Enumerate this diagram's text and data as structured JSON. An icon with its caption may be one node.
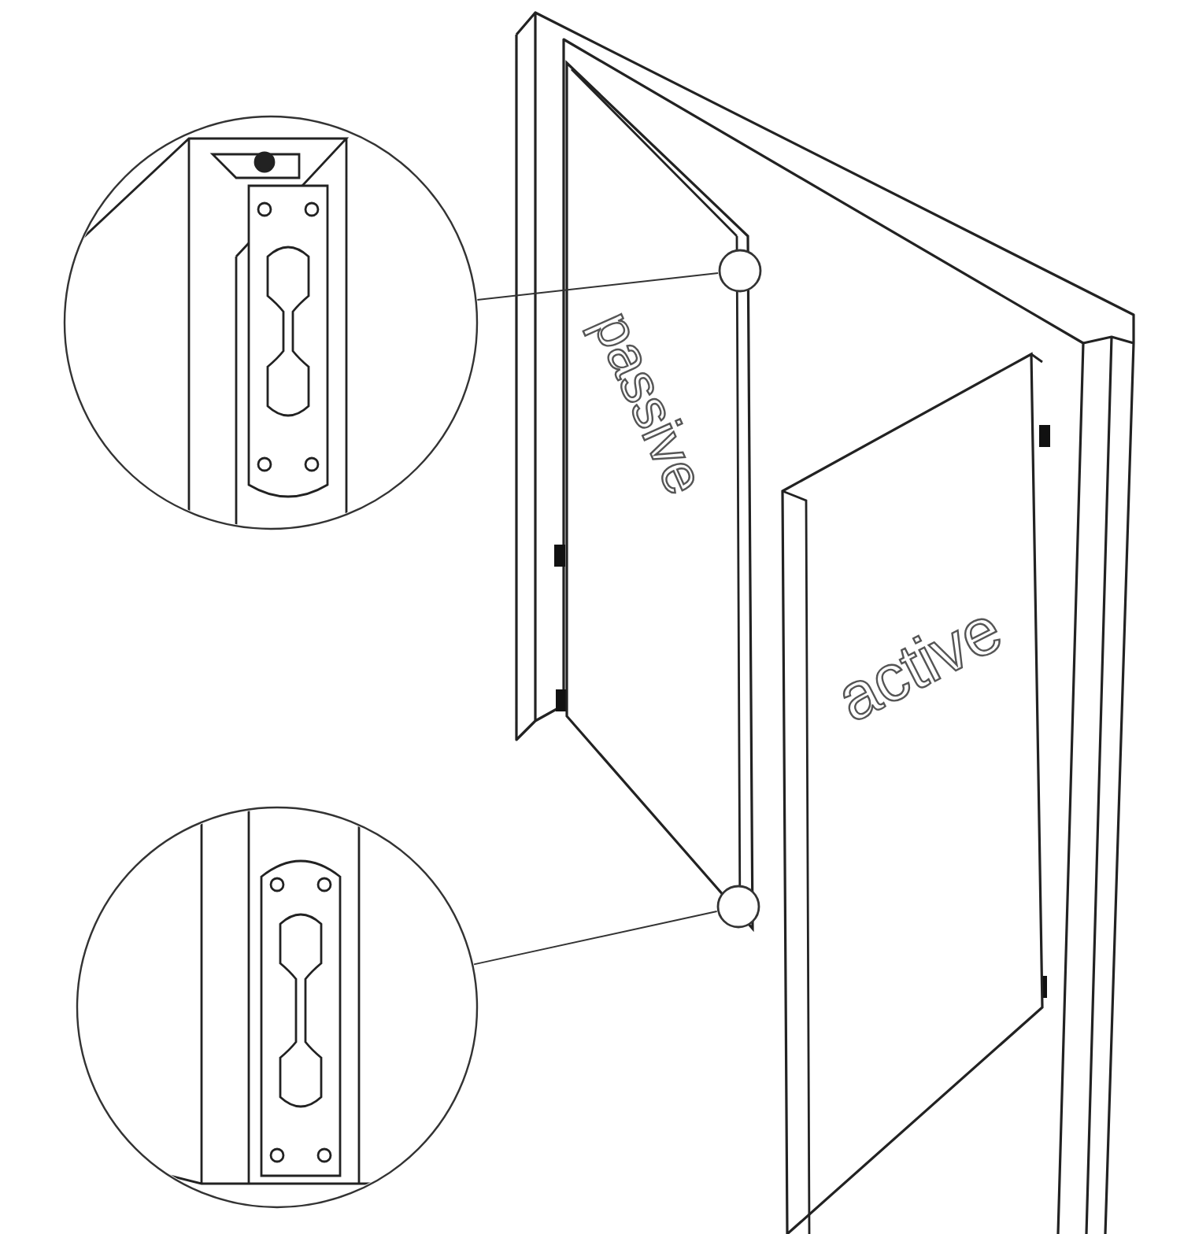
{
  "diagram": {
    "nodes": [
      {
        "text": [
          "passive"
        ]
      },
      {
        "text": [
          "active"
        ]
      },
      {
        "text": [],
        "shape": "circle"
      },
      {
        "text": [],
        "shape": "circle"
      },
      {
        "text": [],
        "shape": "circle"
      },
      {
        "text": [],
        "shape": "circle"
      }
    ],
    "edges": [
      {
        "from": 3,
        "to": 2,
        "arrow": "none"
      },
      {
        "from": 5,
        "to": 4,
        "arrow": "none"
      }
    ]
  }
}
